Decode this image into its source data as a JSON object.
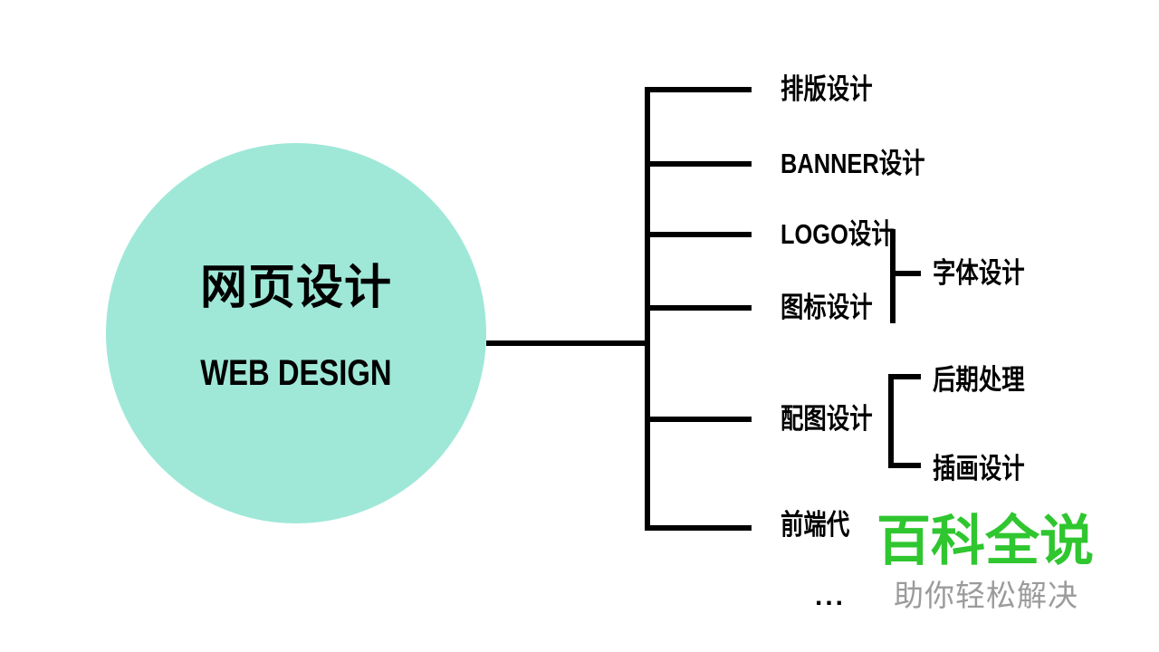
{
  "colors": {
    "circle_fill": "#9fe8d8",
    "line_color": "#000000",
    "text_color": "#000000",
    "wm_green": "#2fc62f",
    "wm_gray": "#9b9b9b"
  },
  "root": {
    "title_cn": "网页设计",
    "title_en": "WEB DESIGN"
  },
  "branches": [
    "排版设计",
    "BANNER设计",
    "LOGO设计",
    "图标设计",
    "配图设计",
    "前端代"
  ],
  "sub_branches": [
    "字体设计",
    "后期处理",
    "插画设计"
  ],
  "ellipsis": "...",
  "watermark": {
    "title": "百科全说",
    "subtitle": "助你轻松解决"
  }
}
